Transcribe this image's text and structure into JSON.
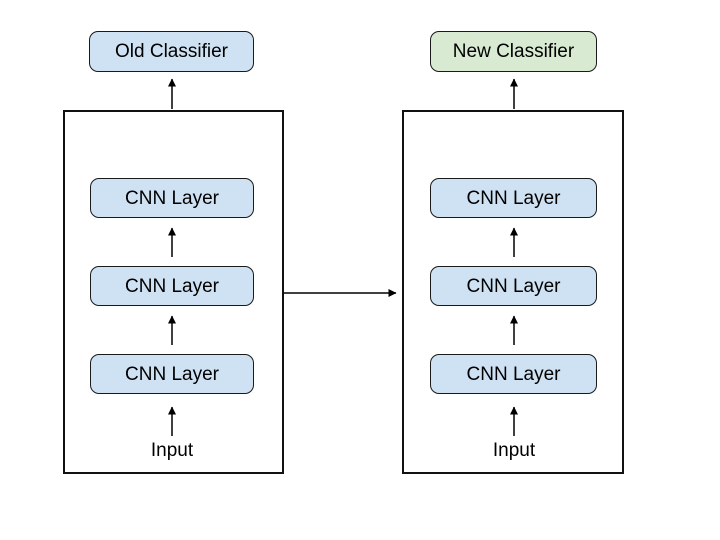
{
  "diagram": {
    "left_model": {
      "classifier_label": "Old Classifier",
      "layers": [
        "CNN Layer",
        "CNN Layer",
        "CNN Layer"
      ],
      "input_label": "Input"
    },
    "right_model": {
      "classifier_label": "New Classifier",
      "layers": [
        "CNN Layer",
        "CNN Layer",
        "CNN Layer"
      ],
      "input_label": "Input"
    },
    "colors": {
      "old_classifier_fill": "#cfe2f3",
      "new_classifier_fill": "#d9ead3",
      "cnn_layer_fill": "#cfe2f3",
      "box_border": "#1a1a1a",
      "background": "#ffffff"
    }
  }
}
